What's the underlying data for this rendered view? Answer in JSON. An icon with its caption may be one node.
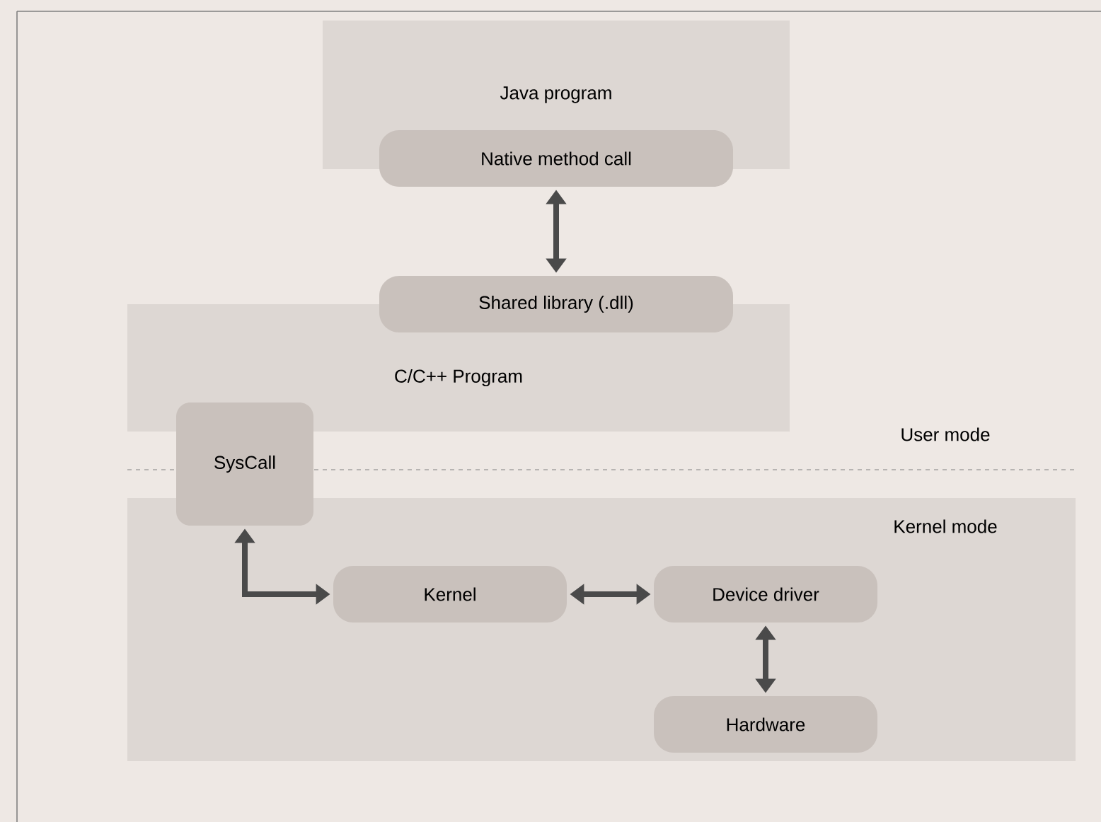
{
  "diagram": {
    "nodes": [
      {
        "text": [
          "Java program"
        ]
      },
      {
        "text": [
          "Native method call"
        ]
      },
      {
        "text": [
          "Shared library (.dll)"
        ]
      },
      {
        "text": [
          "C/C++ Program"
        ]
      },
      {
        "text": [
          "SysCall"
        ]
      },
      {
        "text": [
          "Kernel mode"
        ]
      },
      {
        "text": [
          "Kernel"
        ],
        "in": 5
      },
      {
        "text": [
          "Device driver"
        ],
        "in": 5
      },
      {
        "text": [
          "Hardware"
        ],
        "in": 5
      }
    ],
    "edges": [
      {
        "from": 1,
        "to": 2,
        "arrow": "both"
      },
      {
        "from": 4,
        "to": 6,
        "arrow": "both"
      },
      {
        "from": 6,
        "to": 7,
        "arrow": "both"
      },
      {
        "from": 7,
        "to": 8,
        "arrow": "both"
      }
    ],
    "labels": [
      "User mode"
    ]
  }
}
